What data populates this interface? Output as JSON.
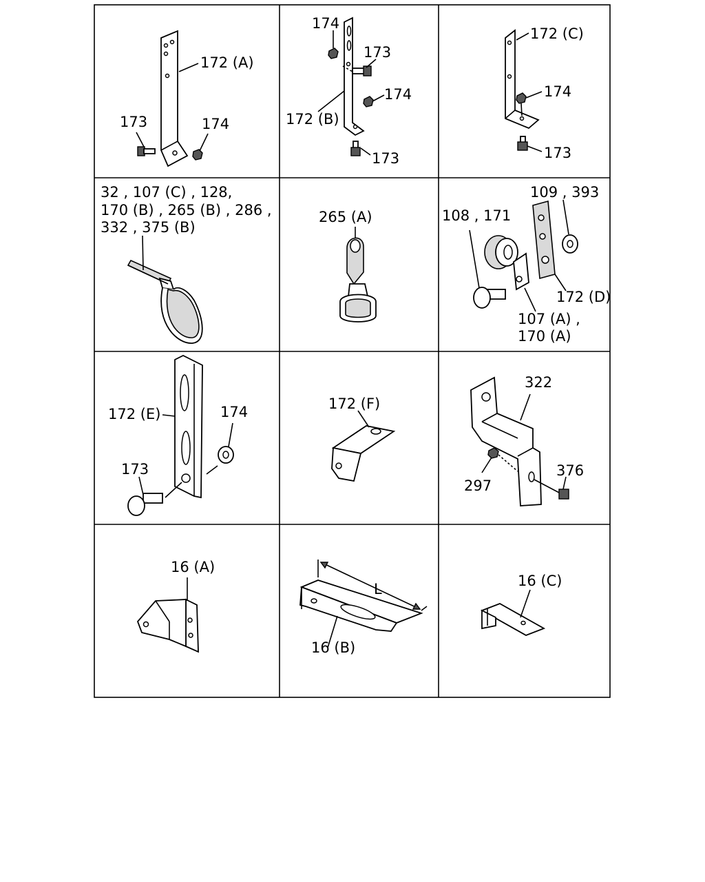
{
  "panels": [
    {
      "id": "p1",
      "labels": [
        "172 (A)",
        "173",
        "174"
      ]
    },
    {
      "id": "p2",
      "labels": [
        "174",
        "173",
        "174",
        "172 (B)",
        "173"
      ]
    },
    {
      "id": "p3",
      "labels": [
        "172 (C)",
        "174",
        "173"
      ]
    },
    {
      "id": "p4",
      "labels": [
        "32 , 107 (C) , 128,",
        "170 (B) , 265 (B) , 286 ,",
        "332 , 375 (B)"
      ]
    },
    {
      "id": "p5",
      "labels": [
        "265 (A)"
      ]
    },
    {
      "id": "p6",
      "labels": [
        "109 , 393",
        "108 , 171",
        "172 (D)",
        "107 (A) ,",
        "170 (A)"
      ]
    },
    {
      "id": "p7",
      "labels": [
        "172 (E)",
        "174",
        "173"
      ]
    },
    {
      "id": "p8",
      "labels": [
        "172 (F)"
      ]
    },
    {
      "id": "p9",
      "labels": [
        "322",
        "297",
        "376"
      ]
    },
    {
      "id": "p10",
      "labels": [
        "16 (A)"
      ]
    },
    {
      "id": "p11",
      "labels": [
        "L",
        "16 (B)"
      ]
    },
    {
      "id": "p12",
      "labels": [
        "16 (C)"
      ]
    }
  ]
}
